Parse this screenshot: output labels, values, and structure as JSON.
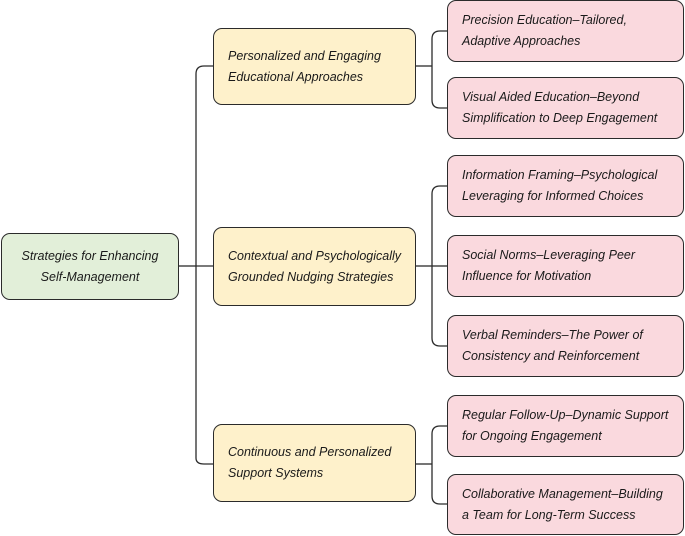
{
  "root": {
    "line1": "Strategies for Enhancing",
    "line2": "Self-Management"
  },
  "branches": [
    {
      "line1": "Personalized and Engaging",
      "line2": "Educational Approaches"
    },
    {
      "line1": "Contextual and Psychologically",
      "line2": "Grounded Nudging Strategies"
    },
    {
      "line1": "Continuous and Personalized",
      "line2": "Support Systems"
    }
  ],
  "leaves": [
    {
      "line1": "Precision Education–Tailored,",
      "line2": "Adaptive Approaches"
    },
    {
      "line1": "Visual Aided Education–Beyond",
      "line2": "Simplification to Deep Engagement"
    },
    {
      "line1": "Information Framing–Psychological",
      "line2": "Leveraging for Informed Choices"
    },
    {
      "line1": "Social Norms–Leveraging Peer",
      "line2": "Influence for Motivation"
    },
    {
      "line1": "Verbal Reminders–The Power of",
      "line2": "Consistency and Reinforcement"
    },
    {
      "line1": "Regular Follow-Up–Dynamic Support",
      "line2": "for Ongoing Engagement"
    },
    {
      "line1": "Collaborative Management–Building",
      "line2": "a Team for Long-Term Success"
    }
  ],
  "colors": {
    "root_fill": "#e2efd9",
    "branch_fill": "#fef1cb",
    "leaf_fill": "#fad9de",
    "border": "#2b2b2b"
  }
}
